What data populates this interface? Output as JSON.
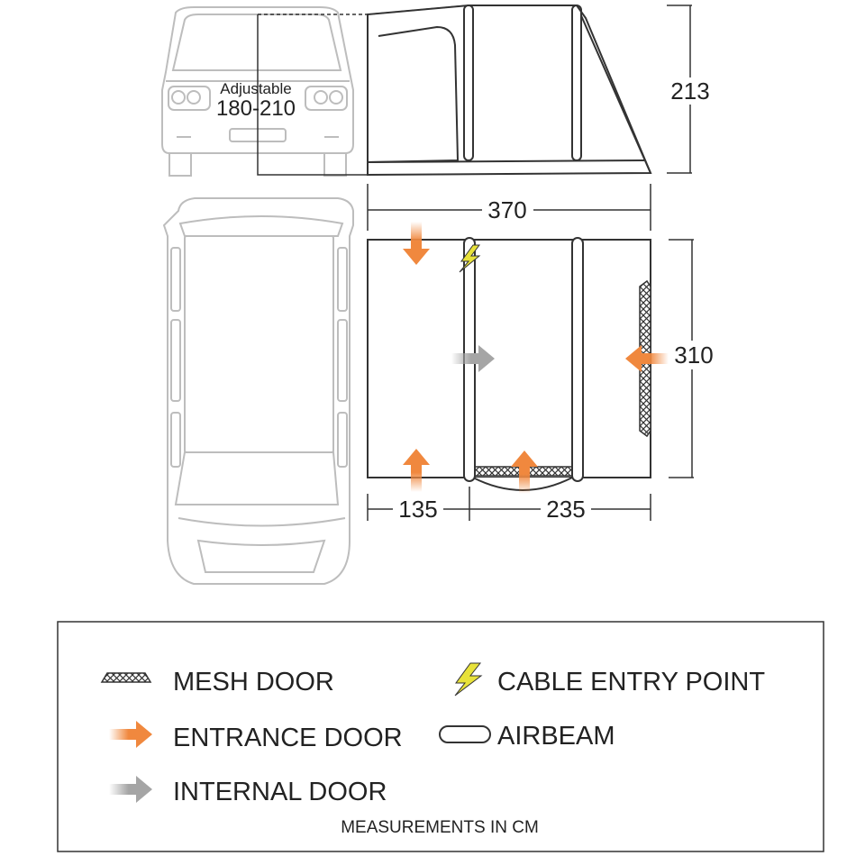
{
  "labels": {
    "adjustable": "Adjustable",
    "height_range": "180-210",
    "height_total": "213",
    "width_total": "370",
    "depth_total": "310",
    "width_left": "135",
    "width_right": "235"
  },
  "legend": {
    "mesh_door": "MESH DOOR",
    "cable_entry": "CABLE ENTRY POINT",
    "entrance_door": "ENTRANCE DOOR",
    "airbeam": "AIRBEAM",
    "internal_door": "INTERNAL DOOR",
    "footnote": "MEASUREMENTS IN CM"
  },
  "colors": {
    "entrance_arrow": "#f0883e",
    "internal_arrow": "#a5a5a5",
    "cable_bolt": "#e8e23a",
    "outline": "#333333",
    "vehicle": "#bdbdbd"
  },
  "icons": {
    "entrance": "arrow-right-icon",
    "internal": "arrow-right-icon",
    "cable": "lightning-bolt-icon",
    "mesh": "mesh-pattern-icon",
    "airbeam": "pill-outline-icon"
  }
}
